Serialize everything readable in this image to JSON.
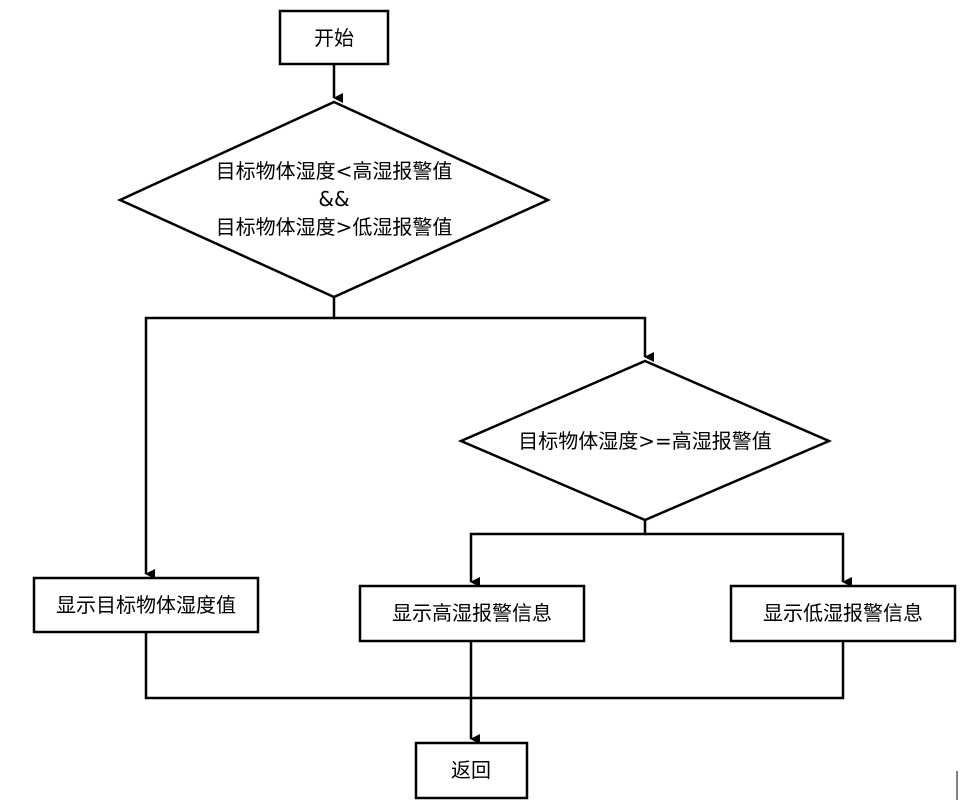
{
  "flowchart": {
    "start": {
      "label": "开始"
    },
    "decision1": {
      "line1": "目标物体湿度<高湿报警值",
      "line2": "&&",
      "line3": "目标物体湿度>低湿报警值"
    },
    "decision2": {
      "label": "目标物体湿度>=高湿报警值"
    },
    "show_value": {
      "label": "显示目标物体湿度值"
    },
    "show_high_alarm": {
      "label": "显示高湿报警信息"
    },
    "show_low_alarm": {
      "label": "显示低湿报警信息"
    },
    "return": {
      "label": "返回"
    }
  }
}
